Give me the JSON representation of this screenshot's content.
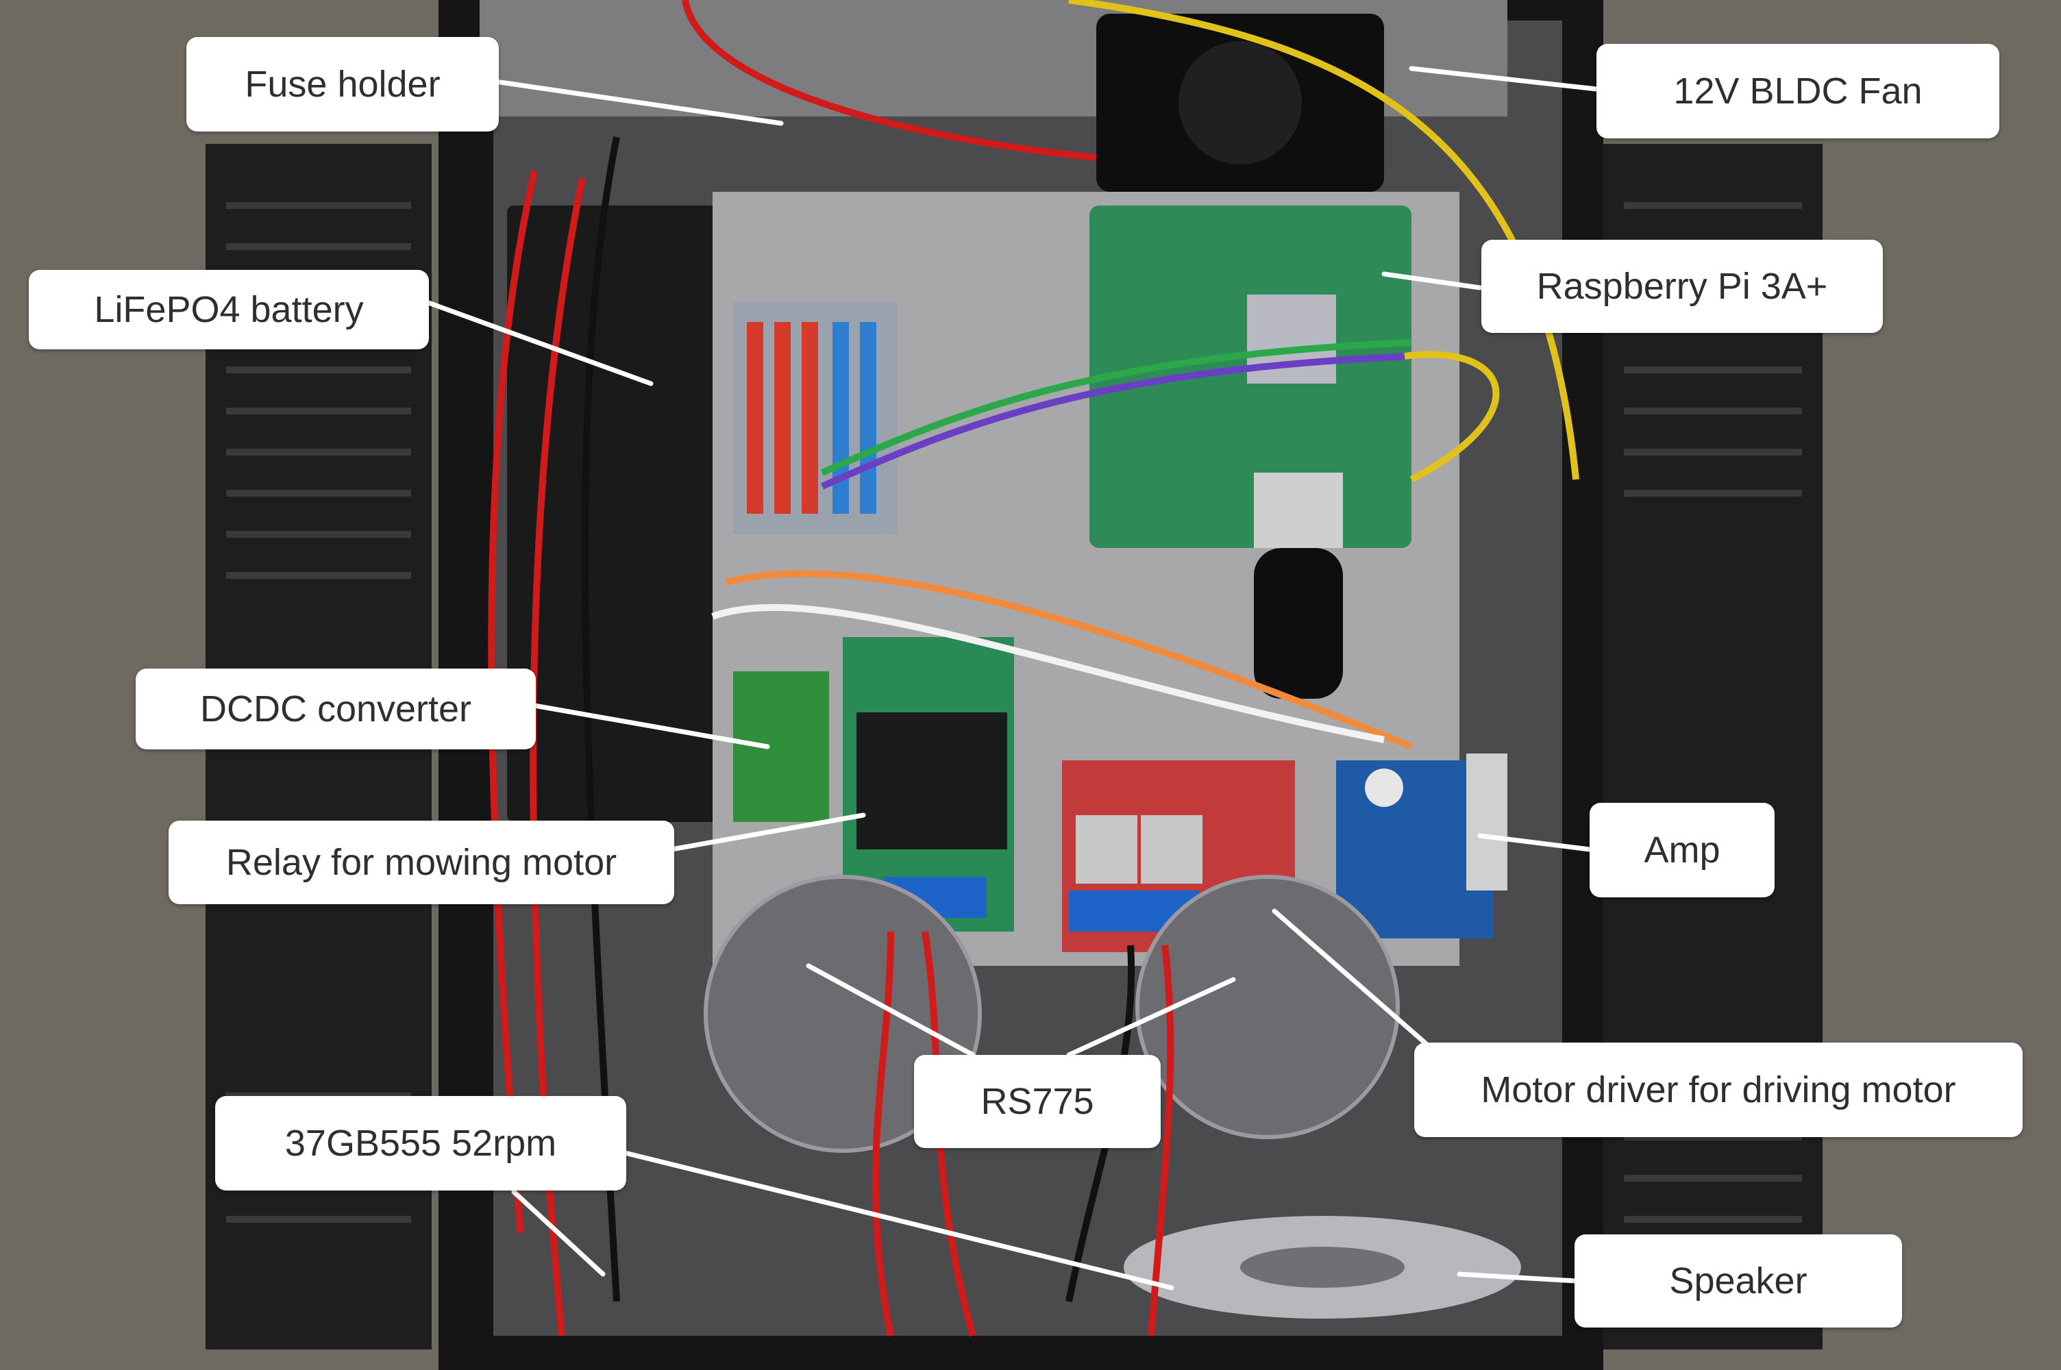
{
  "labels": {
    "fuse_holder": "Fuse holder",
    "bldc_fan": "12V BLDC Fan",
    "raspberry_pi": "Raspberry Pi 3A+",
    "battery": "LiFePO4 battery",
    "dcdc": "DCDC converter",
    "relay": "Relay for mowing motor",
    "amp": "Amp",
    "rs775": "RS775",
    "motor_driver": "Motor driver for driving motor",
    "gear_motor": "37GB555 52rpm",
    "speaker": "Speaker"
  },
  "colors": {
    "callout_background": "#ffffff",
    "callout_text": "#2f2f2f",
    "leader_line": "#ffffff",
    "pi_board": "#2e8b57",
    "amp_board": "#1f5aa6",
    "relay_board": "#2a8a55",
    "driver_board": "#c23a3a",
    "wire_red": "#d11a1a",
    "wire_black": "#111111"
  }
}
